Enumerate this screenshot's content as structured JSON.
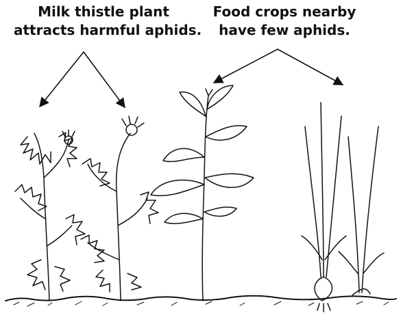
{
  "labels": {
    "thistle": {
      "line1": "Milk thistle plant",
      "line2": "attracts harmful aphids."
    },
    "crops": {
      "line1": "Food crops nearby",
      "line2": "have few aphids."
    }
  },
  "colors": {
    "ink": "#111111",
    "background": "#ffffff"
  }
}
